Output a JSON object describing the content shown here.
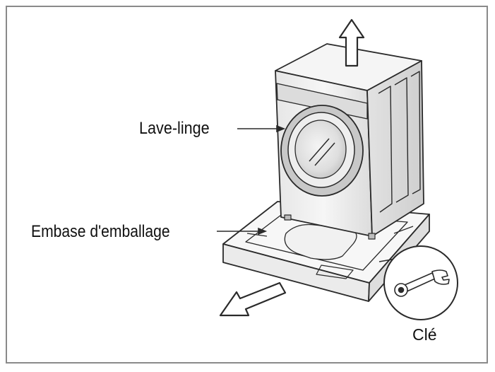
{
  "labels": {
    "washer": "Lave-linge",
    "base": "Embase d'emballage",
    "key": "Clé"
  },
  "colors": {
    "frame": "#8a8a8a",
    "line": "#2a2a2a",
    "washer_fill": "#f2f2f2",
    "washer_shade": "#d6d6d6",
    "base_fill": "#f7f7f7"
  },
  "icons": {
    "up_arrow": "arrow-up-icon",
    "slide_arrow": "arrow-down-left-icon",
    "wrench": "wrench-icon"
  }
}
